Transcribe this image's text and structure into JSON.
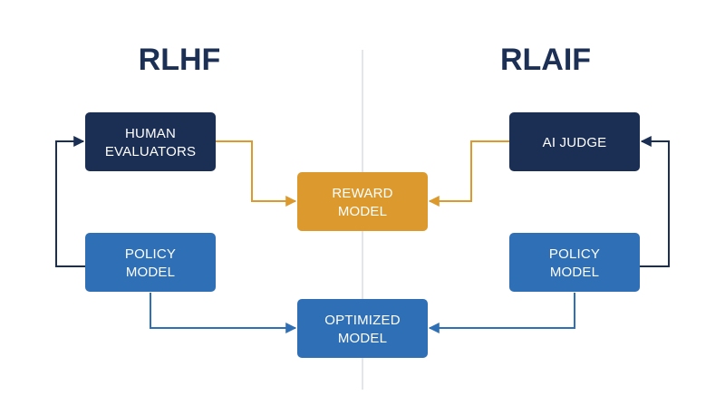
{
  "titles": {
    "left": "RLHF",
    "right": "RLAIF"
  },
  "boxes": {
    "human_evaluators": [
      "HUMAN",
      "EVALUATORS"
    ],
    "left_policy_model": [
      "POLICY",
      "MODEL"
    ],
    "reward_model": [
      "REWARD",
      "MODEL"
    ],
    "optimized_model": [
      "OPTIMIZED",
      "MODEL"
    ],
    "ai_judge": [
      "AI JUDGE"
    ],
    "right_policy_model": [
      "POLICY",
      "MODEL"
    ]
  },
  "colors": {
    "title": "#1c2f55",
    "dark_navy": "#1b2e54",
    "mid_blue": "#2f6fb5",
    "gold": "#dc9a2e",
    "navy_line": "#1b2e54",
    "blue_line": "#2f6fb5",
    "gold_line": "#dc9a2e",
    "divider": "#d9dde3"
  }
}
